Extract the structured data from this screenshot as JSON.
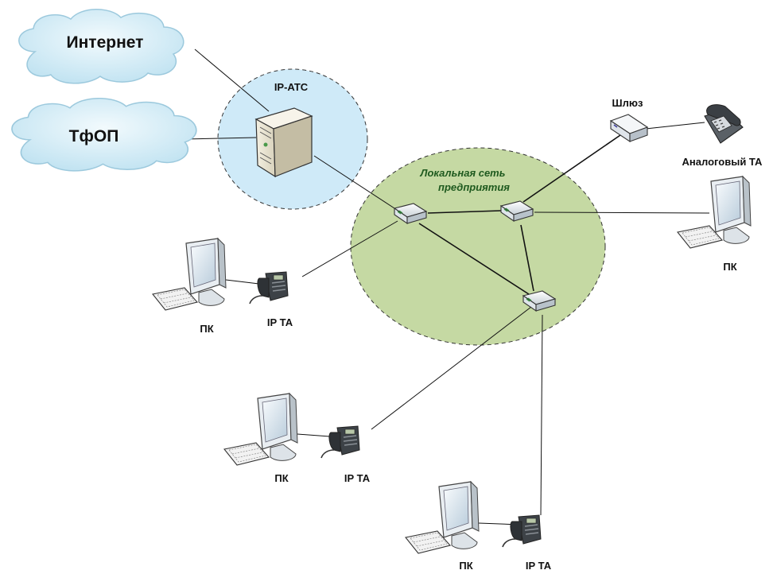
{
  "labels": {
    "internet": "Интернет",
    "pstn": "ТфОП",
    "ipPbx": "IP-ATC",
    "gateway": "Шлюз",
    "analogPhone": "Аналоговый ТА",
    "lanLine1": "Локальная сеть",
    "lanLine2": "предприятия",
    "pc": "ПК",
    "ipPhone": "IP ТА"
  },
  "colors": {
    "cloud": "#cfeaf5",
    "pbxZone": "#cfeaf8",
    "lanZone": "#c5d9a3",
    "lanText": "#1f5a1f"
  },
  "icons": [
    "cloud-icon",
    "server-icon",
    "switch-icon",
    "gateway-icon",
    "analog-phone-icon",
    "monitor-icon",
    "keyboard-icon",
    "ip-phone-icon"
  ]
}
